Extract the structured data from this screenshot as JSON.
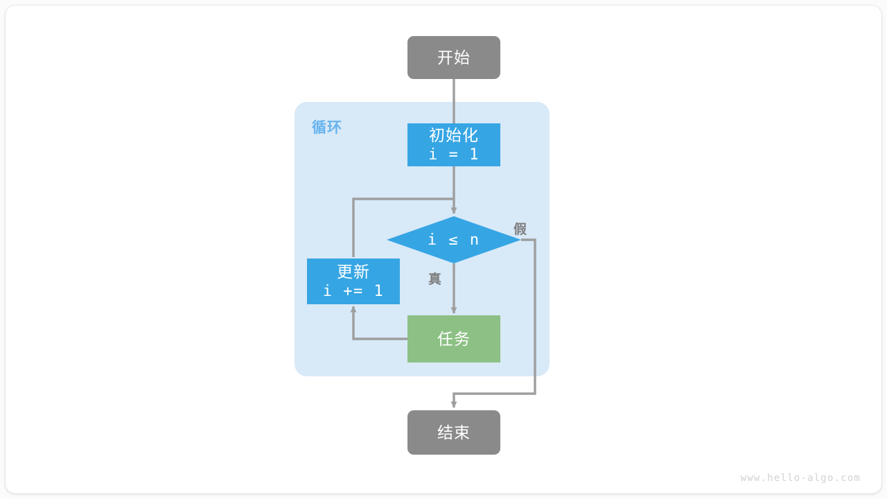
{
  "page": {
    "watermark": "www.hello-algo.com",
    "background_color": "#fbfbfb",
    "card_color": "#ffffff"
  },
  "palette": {
    "terminal_gray": "#8a8a8a",
    "process_blue": "#36a5e4",
    "task_green": "#8cc084",
    "loop_container": "#d8e9f8",
    "loop_label_blue": "#66b3ee",
    "wire_gray": "#9e9e9e",
    "edge_label_gray": "#7d7d7d",
    "node_text": "#ffffff"
  },
  "flowchart": {
    "type": "flowchart",
    "title": "循环",
    "nodes": [
      {
        "id": "start",
        "label": "开始",
        "shape": "terminal",
        "color": "#8a8a8a"
      },
      {
        "id": "init",
        "label_cn": "初始化",
        "label_code": "i = 1",
        "shape": "process",
        "color": "#36a5e4"
      },
      {
        "id": "condition",
        "label": "i ≤ n",
        "shape": "diamond",
        "color": "#36a5e4"
      },
      {
        "id": "update",
        "label_cn": "更新",
        "label_code": "i += 1",
        "shape": "process",
        "color": "#36a5e4"
      },
      {
        "id": "task",
        "label": "任务",
        "shape": "process",
        "color": "#8cc084"
      },
      {
        "id": "end",
        "label": "结束",
        "shape": "terminal",
        "color": "#8a8a8a"
      }
    ],
    "edges": [
      {
        "from": "start",
        "to": "init",
        "label": ""
      },
      {
        "from": "init",
        "to": "condition",
        "label": ""
      },
      {
        "from": "condition",
        "to": "task",
        "label": "真"
      },
      {
        "from": "condition",
        "to": "end",
        "label": "假"
      },
      {
        "from": "task",
        "to": "update",
        "label": ""
      },
      {
        "from": "update",
        "to": "condition",
        "label": ""
      }
    ],
    "container": {
      "id": "loop",
      "label": "循环"
    },
    "labels": {
      "true": "真",
      "false": "假"
    }
  }
}
